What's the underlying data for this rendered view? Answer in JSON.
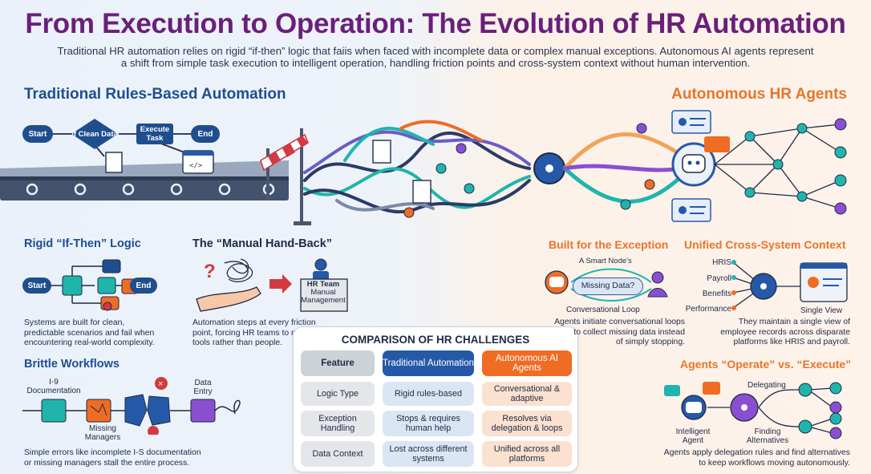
{
  "header": {
    "title": "From Execution to Operation: The Evolution of HR Automation",
    "subtitle_line1": "Traditional HR automation relies on rigid “if-then” logic that faiis when faced with incomplete data or complex manual exceptions. Autonomous AI agents represent",
    "subtitle_line2": "a shift from simple task execution to intelligent operation, handling friction points and cross-system context without human intervention."
  },
  "left": {
    "section_title": "Traditional Rules-Based Automation",
    "flow": {
      "start": "Start",
      "if_clean": "If Clean Data",
      "execute": "Execute Task",
      "end": "End"
    },
    "rigid": {
      "title": "Rigid “If-Then” Logic",
      "start": "Start",
      "end": "End",
      "desc_1": "Systems are built for clean,",
      "desc_2": "predictable scenarios and fail when",
      "desc_3": "encountering real-world complexity."
    },
    "handback": {
      "title": "The “Manual Hand-Back”",
      "hr_team_1": "HR Team",
      "hr_team_2": "Manual",
      "hr_team_3": "Management",
      "desc_1": "Automation steps at every friction",
      "desc_2": "point, forcing HR teams to manage",
      "desc_3": "tools rather than people."
    },
    "brittle": {
      "title": "Brittle Workflows",
      "i9_1": "I-9",
      "i9_2": "Documentation",
      "missing_1": "Missing",
      "missing_2": "Managers",
      "data_entry_1": "Data",
      "data_entry_2": "Entry",
      "desc_1": "Simple errors like incomplete I-S documentation",
      "desc_2": "or missing managers stall the entire process."
    }
  },
  "right": {
    "section_title": "Autonomous HR Agents",
    "exception": {
      "title": "Built for the Exception",
      "smart_node": "A Smart Node's",
      "missing_data": "Missing Data?",
      "loop": "Conversational Loop",
      "desc_1": "Agents initiate conversational loops",
      "desc_2": "to collect missing data instead",
      "desc_3": "of simply stopping."
    },
    "context": {
      "title": "Unified Cross-System Context",
      "systems": [
        "HRIS",
        "Payroll",
        "Benefits",
        "Performance"
      ],
      "single_view": "Single View",
      "desc_1": "They maintain a single view of",
      "desc_2": "employee records across disparate",
      "desc_3": "platforms like HRIS and payroll."
    },
    "operate": {
      "title": "Agents “Operate” vs. “Execute”",
      "delegating": "Delegating",
      "agent_1": "Intelligent",
      "agent_2": "Agent",
      "finding_1": "Finding",
      "finding_2": "Alternatives",
      "desc_1": "Agents apply delegation rules and find alternatives",
      "desc_2": "to keep workflows moving autonomously."
    }
  },
  "comparison": {
    "title": "COMPARISON OF HR CHALLENGES",
    "headers": {
      "feature": "Feature",
      "traditional": "Traditional Automation",
      "autonomous": "Autonomous AI Agents"
    },
    "rows": [
      {
        "feature": "Logic Type",
        "traditional": "Rigid rules-based",
        "autonomous": "Conversational & adaptive"
      },
      {
        "feature": "Exception Handling",
        "traditional": "Stops & requires human help",
        "autonomous": "Resolves via delegation & loops"
      },
      {
        "feature": "Data Context",
        "traditional": "Lost across different systems",
        "autonomous": "Unified across all platforms"
      }
    ]
  },
  "colors": {
    "title": "#6a1f7a",
    "blue": "#1f4e8f",
    "orange": "#e8742a",
    "teal": "#1fb5ad",
    "purple": "#8a4fd0"
  }
}
